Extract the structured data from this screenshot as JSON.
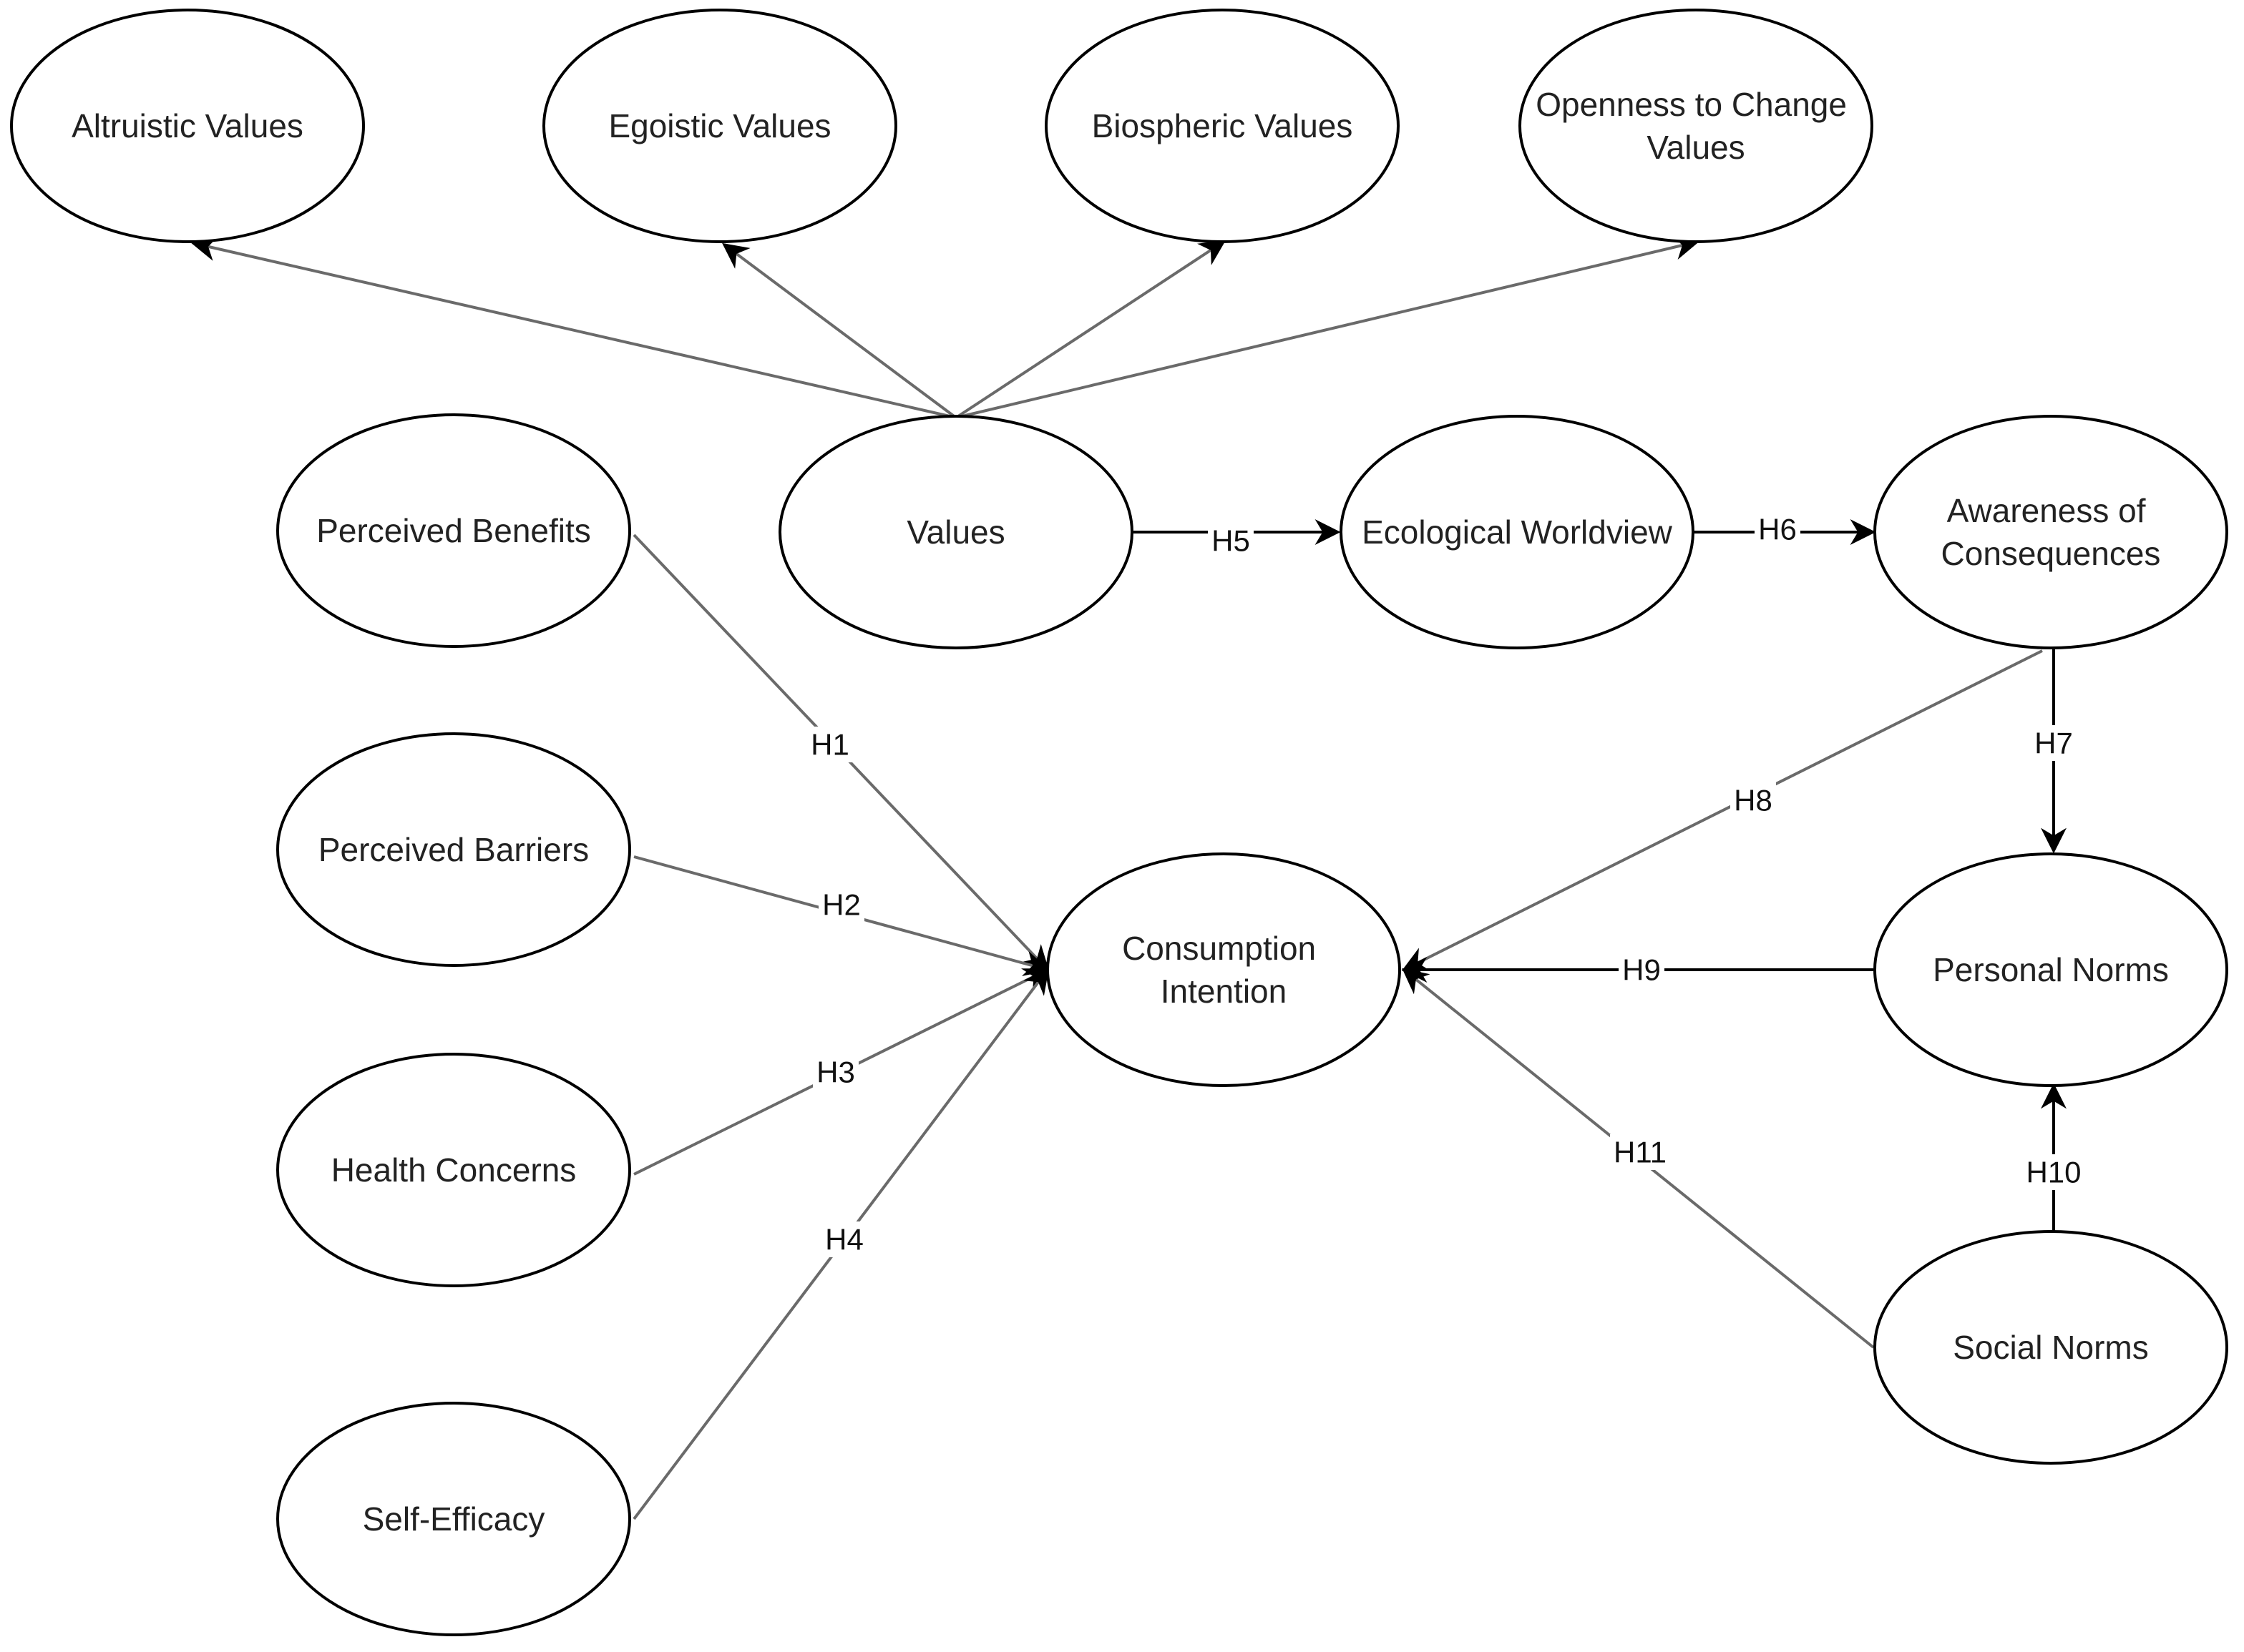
{
  "nodes": {
    "altruistic": {
      "lines": [
        "Altruistic Values"
      ]
    },
    "egoistic": {
      "lines": [
        "Egoistic Values"
      ]
    },
    "biospheric": {
      "lines": [
        "Biospheric Values"
      ]
    },
    "openness": {
      "lines": [
        "Openness to Change",
        "Values"
      ]
    },
    "values": {
      "lines": [
        "Values"
      ]
    },
    "ecological": {
      "lines": [
        "Ecological Worldview"
      ]
    },
    "awareness": {
      "lines": [
        "Awareness of",
        "Consequences"
      ]
    },
    "benefits": {
      "lines": [
        "Perceived Benefits"
      ]
    },
    "barriers": {
      "lines": [
        "Perceived Barriers"
      ]
    },
    "health": {
      "lines": [
        "Health Concerns"
      ]
    },
    "efficacy": {
      "lines": [
        "Self-Efficacy"
      ]
    },
    "consumption": {
      "lines": [
        "Consumption",
        "Intention"
      ]
    },
    "personal": {
      "lines": [
        "Personal Norms"
      ]
    },
    "social": {
      "lines": [
        "Social Norms"
      ]
    }
  },
  "edges": [
    {
      "id": "values-altruistic",
      "from": "values",
      "to": "altruistic",
      "label": ""
    },
    {
      "id": "values-egoistic",
      "from": "values",
      "to": "egoistic",
      "label": ""
    },
    {
      "id": "values-biospheric",
      "from": "values",
      "to": "biospheric",
      "label": ""
    },
    {
      "id": "values-openness",
      "from": "values",
      "to": "openness",
      "label": ""
    },
    {
      "id": "benefits-consumption",
      "from": "benefits",
      "to": "consumption",
      "label": "H1"
    },
    {
      "id": "barriers-consumption",
      "from": "barriers",
      "to": "consumption",
      "label": "H2"
    },
    {
      "id": "health-consumption",
      "from": "health",
      "to": "consumption",
      "label": "H3"
    },
    {
      "id": "efficacy-consumption",
      "from": "efficacy",
      "to": "consumption",
      "label": "H4"
    },
    {
      "id": "values-ecological",
      "from": "values",
      "to": "ecological",
      "label": "H5"
    },
    {
      "id": "ecological-awareness",
      "from": "ecological",
      "to": "awareness",
      "label": "H6"
    },
    {
      "id": "awareness-personal",
      "from": "awareness",
      "to": "personal",
      "label": "H7"
    },
    {
      "id": "awareness-consumption",
      "from": "awareness",
      "to": "consumption",
      "label": "H8"
    },
    {
      "id": "personal-consumption",
      "from": "personal",
      "to": "consumption",
      "label": "H9"
    },
    {
      "id": "social-personal",
      "from": "social",
      "to": "personal",
      "label": "H10"
    },
    {
      "id": "social-consumption",
      "from": "social",
      "to": "consumption",
      "label": "H11"
    }
  ],
  "colors": {
    "background": "#ffffff",
    "node_stroke": "#000000",
    "gray_edge": "#6a6a6a",
    "black_edge": "#000000",
    "text": "#222222"
  }
}
